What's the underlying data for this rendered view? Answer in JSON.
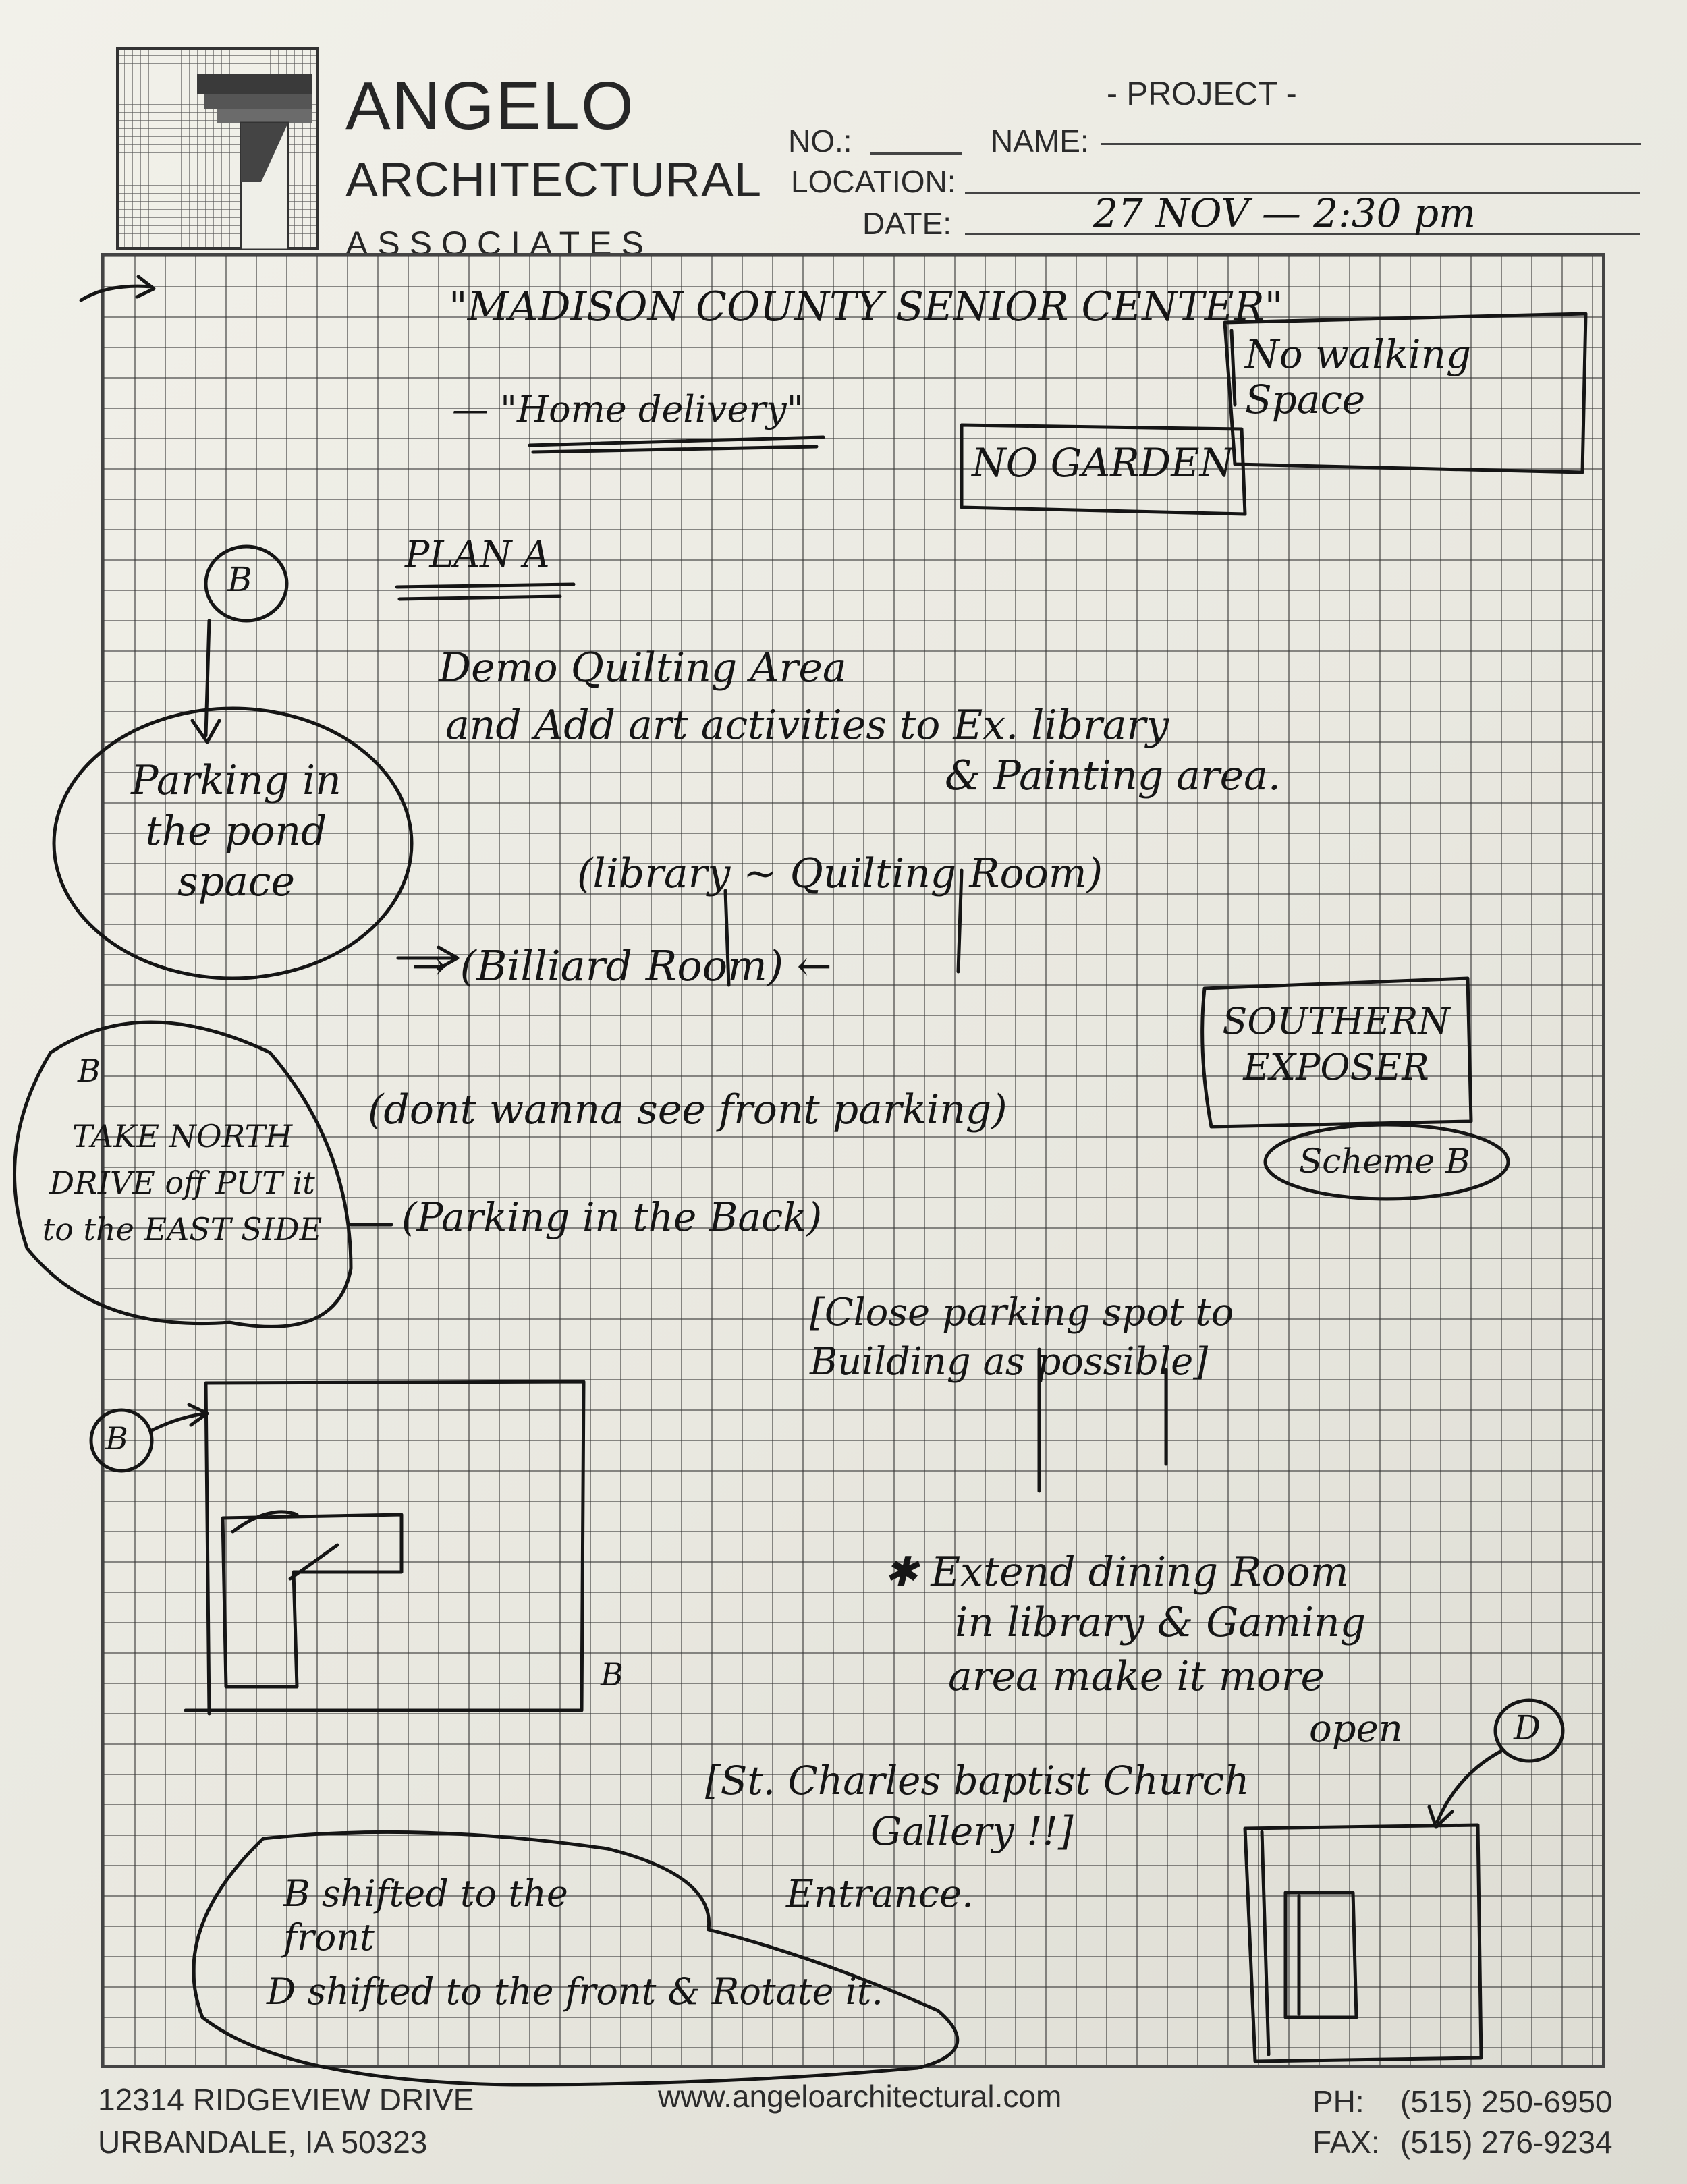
{
  "header": {
    "brand_line1": "ANGELO",
    "brand_line2": "ARCHITECTURAL",
    "brand_line3": "ASSOCIATES",
    "project_title": "- PROJECT -",
    "labels": {
      "no": "NO.:",
      "name": "NAME:",
      "location": "LOCATION:",
      "date": "DATE:"
    },
    "date_value": "27 NOV — 2:30 pm"
  },
  "notes": {
    "title": "\"MADISON COUNTY SENIOR CENTER\"",
    "subtitle": "— \"Home delivery\"",
    "no_walking": "No walking Space",
    "no_garden": "NO GARDEN",
    "plan_label": "PLAN A",
    "marker_b": "B",
    "marker_d": "D",
    "demo_line1": "Demo Quilting Area",
    "demo_line2": "and Add art activities to Ex. library",
    "demo_line3": "& Painting area.",
    "library_quilting": "(library ~ Quilting Room)",
    "billiard_room": "→ (Billiard Room) ←",
    "parking_pond": "Parking in the pond space",
    "southern_exposer": "SOUTHERN EXPOSER",
    "scheme_b": "Scheme B",
    "take_north_drive": "TAKE NORTH DRIVE off PUT it to the EAST SIDE",
    "front_parking": "(dont wanna see front parking)",
    "parking_back": "(Parking in the Back)",
    "close_parking": "[Close parking spot to Building as possible]",
    "extend_dining_1": "✱ Extend dining Room",
    "extend_dining_2": "in library & Gaming",
    "extend_dining_3": "area make it more",
    "extend_dining_4": "open",
    "church_1": "[St. Charles baptist Church",
    "church_2": "Gallery !!]",
    "entrance": "Entrance.",
    "b_shifted": "B shifted to the front",
    "d_shifted": "D shifted to the front & Rotate it."
  },
  "footer": {
    "address_line1": "12314 RIDGEVIEW DRIVE",
    "address_line2": "URBANDALE, IA 50323",
    "website": "www.angeloarchitectural.com",
    "phone_label": "PH:",
    "phone": "(515) 250-6950",
    "fax_label": "FAX:",
    "fax": "(515) 276-9234"
  }
}
